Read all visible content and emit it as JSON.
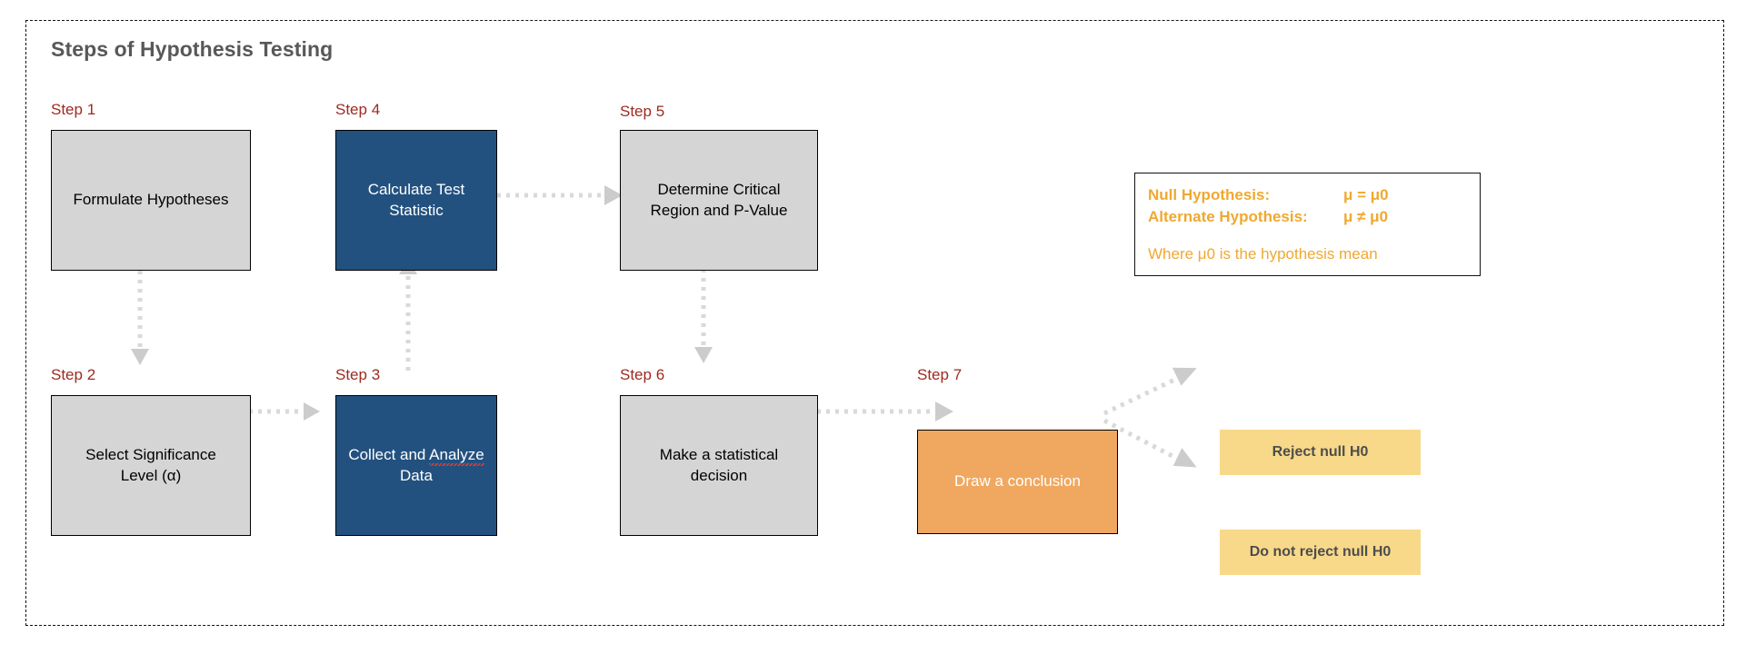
{
  "page": {
    "title": "Steps of Hypothesis Testing"
  },
  "colors": {
    "step_label": "#9e2a1f",
    "gray_box": "#d5d5d5",
    "blue_box": "#23517f",
    "orange_box": "#f0a860",
    "outcome_box": "#f8d98a",
    "hypothesis_text": "#f0a830",
    "title_text": "#585858",
    "connector": "#d9d9d9"
  },
  "steps": [
    {
      "label": "Step 1",
      "text": "Formulate Hypotheses",
      "style": "gray"
    },
    {
      "label": "Step 2",
      "text": "Select Significance\nLevel (α)",
      "style": "gray"
    },
    {
      "label": "Step 3",
      "text": "Collect and Analyze\nData",
      "style": "blue"
    },
    {
      "label": "Step 4",
      "text": "Calculate Test Statistic",
      "style": "blue"
    },
    {
      "label": "Step 5",
      "text": "Determine Critical\nRegion and P-Value",
      "style": "gray"
    },
    {
      "label": "Step 6",
      "text": "Make a statistical\ndecision",
      "style": "gray"
    },
    {
      "label": "Step 7",
      "text": "Draw a conclusion",
      "style": "orange"
    }
  ],
  "step3_text": {
    "line1_before": "Collect and ",
    "line1_misspelled": "Analyze",
    "line2": "Data"
  },
  "hypothesis": {
    "null_label": "Null Hypothesis:",
    "null_value": "μ = μ0",
    "alt_label": "Alternate Hypothesis:",
    "alt_value": "μ ≠ μ0",
    "note": "Where μ0 is the hypothesis mean"
  },
  "outcomes": [
    {
      "text": "Reject null H0"
    },
    {
      "text": "Do not reject null H0"
    }
  ],
  "flow": [
    {
      "from": "Step 1",
      "to": "Step 2",
      "direction": "down"
    },
    {
      "from": "Step 2",
      "to": "Step 3",
      "direction": "right"
    },
    {
      "from": "Step 3",
      "to": "Step 4",
      "direction": "up"
    },
    {
      "from": "Step 4",
      "to": "Step 5",
      "direction": "right"
    },
    {
      "from": "Step 5",
      "to": "Step 6",
      "direction": "down"
    },
    {
      "from": "Step 6",
      "to": "Step 7",
      "direction": "right"
    },
    {
      "from": "Step 7",
      "to": "Reject null H0",
      "direction": "up-right"
    },
    {
      "from": "Step 7",
      "to": "Do not reject null H0",
      "direction": "down-right"
    }
  ]
}
